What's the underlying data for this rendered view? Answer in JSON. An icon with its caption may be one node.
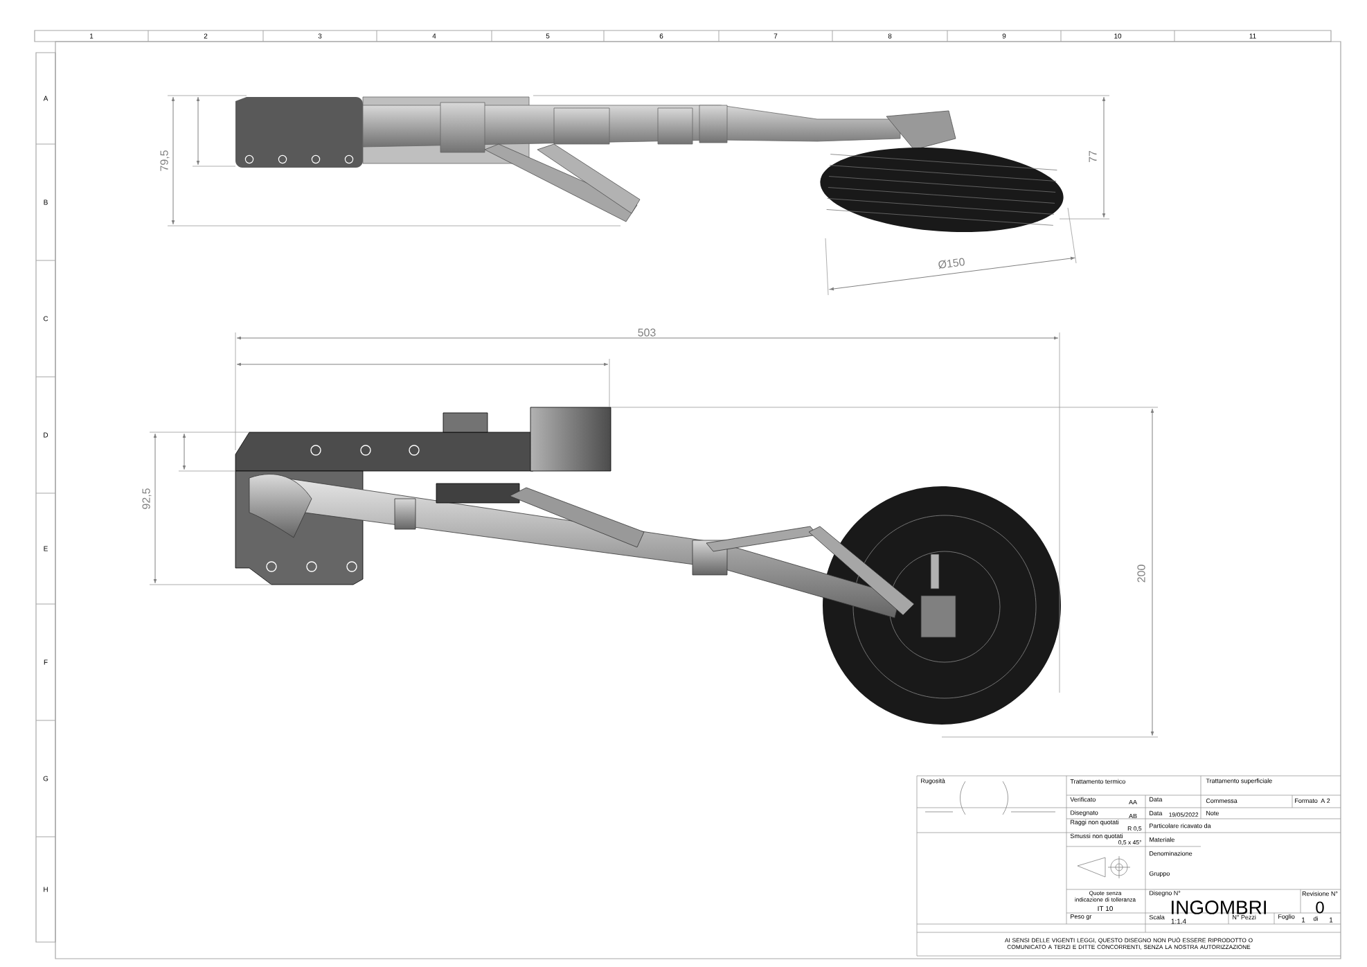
{
  "diagram": {
    "labels": [
      "1",
      "2",
      "3",
      "4",
      "5",
      "6",
      "7",
      "8",
      "9",
      "10",
      "11",
      "A",
      "B",
      "C",
      "D",
      "E",
      "F",
      "G",
      "H",
      "79,5",
      "77",
      "Ø150",
      "503",
      "92,5",
      "200",
      "Rugosità",
      "Trattamento termico",
      "Trattamento superficiale",
      "Verificato",
      "AA",
      "Data",
      "Commessa",
      "Formato",
      "A 2",
      "Disegnato",
      "AB",
      "Data",
      "19/05/2022",
      "Note",
      "Raggi non quotati",
      "R 0,5",
      "Particolare ricavato da",
      "Smussi non quotati",
      "0,5 x 45°",
      "Materiale",
      "Denominazione",
      "Gruppo",
      "Quote senza indicazione di tolleranza",
      "IT 10",
      "Disegno N°",
      "INGOMBRI",
      "Revisione N°",
      "0",
      "Peso gr",
      "Scala",
      "1:1.4",
      "N° Pezzi",
      "Foglio",
      "1",
      "di",
      "1",
      "AI SENSI DELLE VIGENTI LEGGI, QUESTO DISEGNO NON PUÒ ESSERE RIPRODOTTO O COMUNICATO A TERZI E DITTE CONCORRENTI, SENZA LA NOSTRA AUTORIZZAZIONE"
    ]
  }
}
